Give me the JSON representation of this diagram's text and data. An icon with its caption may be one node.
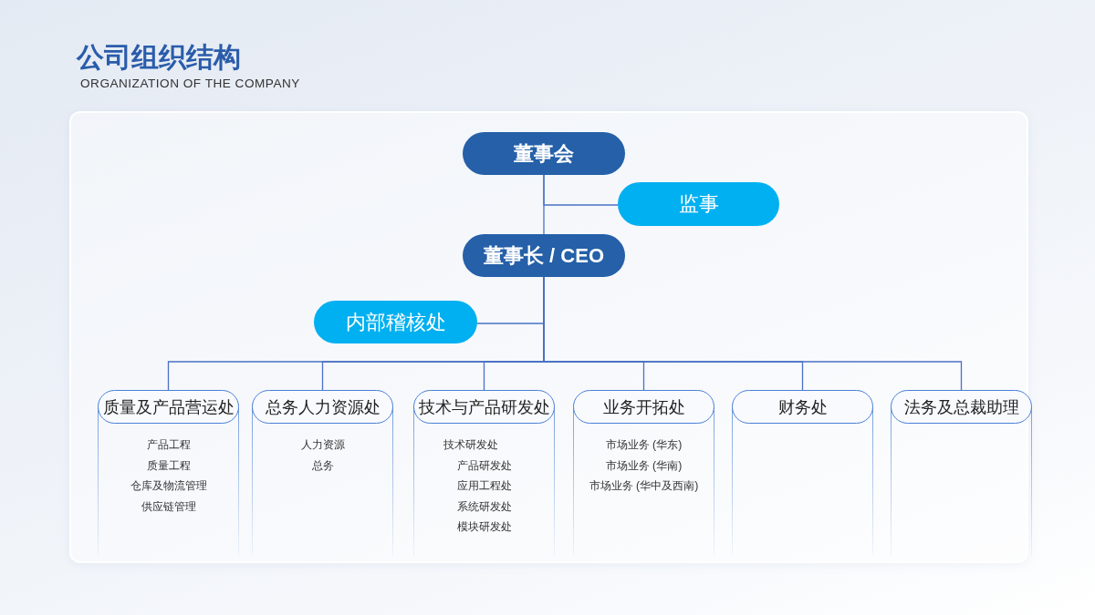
{
  "diagram": {
    "title": "公司组织结构",
    "nodes": [
      {
        "text": [
          "董事会"
        ]
      },
      {
        "text": [
          "监事"
        ]
      },
      {
        "text": [
          "董事长 / CEO"
        ]
      },
      {
        "text": [
          "内部稽核处"
        ]
      },
      {
        "text": [
          "质量及产品营运处",
          "产品工程",
          "质量工程",
          "仓库及物流管理",
          "供应链管理"
        ]
      },
      {
        "text": [
          "总务人力资源处",
          "人力资源",
          "总务"
        ]
      },
      {
        "text": [
          "技术与产品研发处",
          "技术研发处",
          "产品研发处",
          "应用工程处",
          "系统研发处",
          "模块研发处"
        ]
      },
      {
        "text": [
          "业务开拓处",
          "市场业务 (华东)",
          "市场业务 (华南)",
          "市场业务 (华中及西南)"
        ]
      },
      {
        "text": [
          "财务处"
        ]
      },
      {
        "text": [
          "法务及总裁助理"
        ]
      }
    ],
    "edges": [
      {
        "from": 0,
        "to": 2,
        "arrow": "none"
      },
      {
        "from": 0,
        "to": 1,
        "arrow": "none"
      },
      {
        "from": 2,
        "to": 3,
        "arrow": "none"
      },
      {
        "from": 2,
        "to": 4,
        "arrow": "none"
      },
      {
        "from": 2,
        "to": 5,
        "arrow": "none"
      },
      {
        "from": 2,
        "to": 6,
        "arrow": "none"
      },
      {
        "from": 2,
        "to": 7,
        "arrow": "none"
      },
      {
        "from": 2,
        "to": 8,
        "arrow": "none"
      },
      {
        "from": 2,
        "to": 9,
        "arrow": "none"
      }
    ],
    "labels": [
      "ORGANIZATION OF THE COMPANY"
    ]
  }
}
